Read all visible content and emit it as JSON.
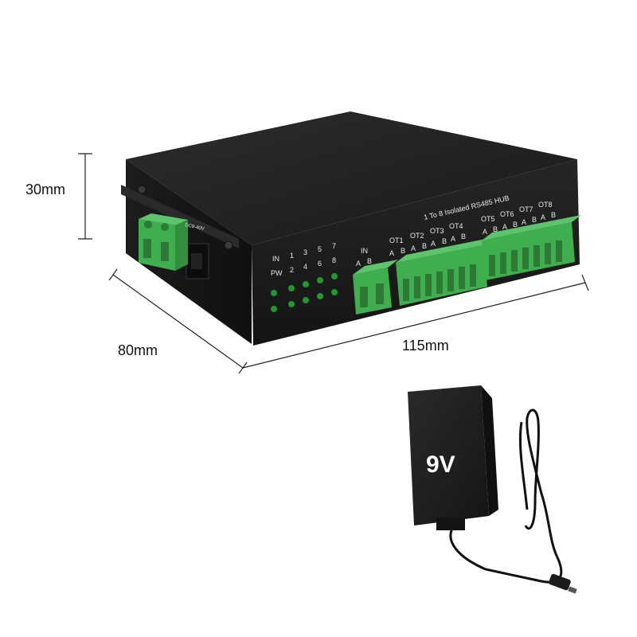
{
  "dimensions": {
    "height": "30mm",
    "depth": "80mm",
    "width": "115mm"
  },
  "device": {
    "title": "1 To 8 Isolated RS485 HUB",
    "side_label": "DC9-40V",
    "led_labels": {
      "in": "IN",
      "pw": "PW",
      "n1": "1",
      "n2": "2",
      "n3": "3",
      "n4": "4",
      "n5": "5",
      "n6": "6",
      "n7": "7",
      "n8": "8"
    },
    "port_in": {
      "name": "IN",
      "a": "A",
      "b": "B"
    },
    "ports": [
      {
        "name": "OT1",
        "a": "A",
        "b": "B"
      },
      {
        "name": "OT2",
        "a": "A",
        "b": "B"
      },
      {
        "name": "OT3",
        "a": "A",
        "b": "B"
      },
      {
        "name": "OT4",
        "a": "A",
        "b": "B"
      },
      {
        "name": "OT5",
        "a": "A",
        "b": "B"
      },
      {
        "name": "OT6",
        "a": "A",
        "b": "B"
      },
      {
        "name": "OT7",
        "a": "A",
        "b": "B"
      },
      {
        "name": "OT8",
        "a": "A",
        "b": "B"
      }
    ]
  },
  "adapter": {
    "voltage": "9V"
  },
  "colors": {
    "case": "#1e1e1e",
    "terminal": "#3fae4e",
    "led": "#1f9a2c"
  }
}
